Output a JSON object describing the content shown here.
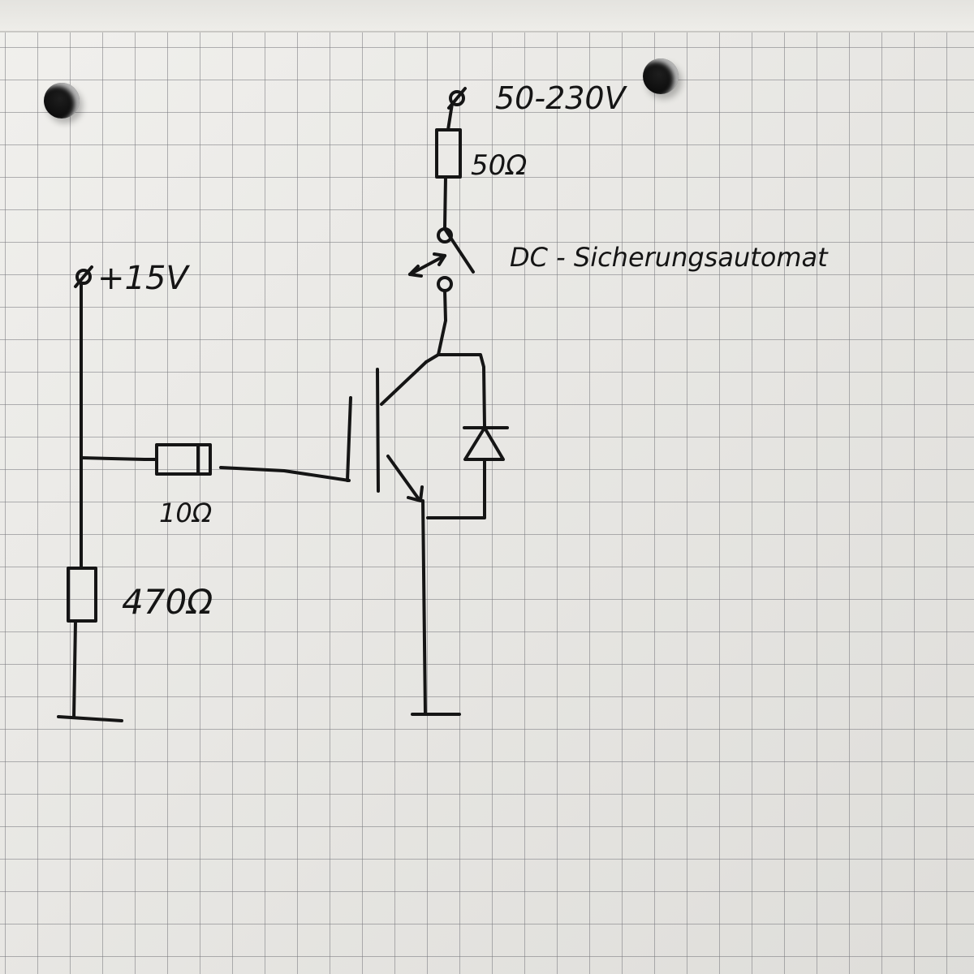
{
  "labels": {
    "supply_high": "50-230V",
    "supply_gate": "+15V",
    "resistor_top": "50Ω",
    "breaker": "DC - Sicherungsautomat",
    "resistor_gate": "10Ω",
    "resistor_pulldown": "470Ω"
  },
  "colors": {
    "ink": "#151515",
    "paper": "#ecebe7",
    "grid": "#78787d"
  }
}
